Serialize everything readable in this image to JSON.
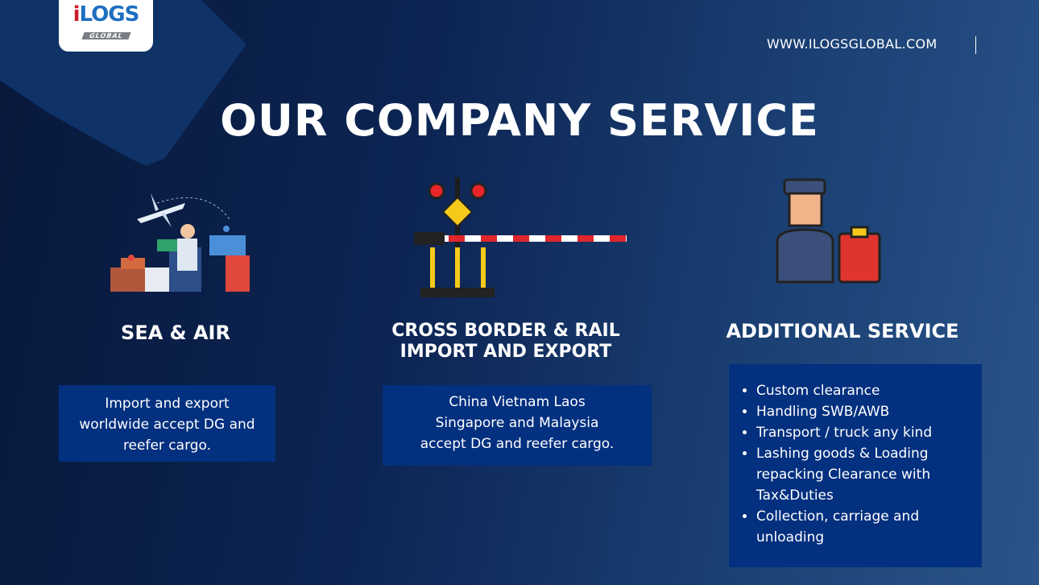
{
  "logo": {
    "brand_text": "iLOGS",
    "sub_text": "GLOBAL"
  },
  "header": {
    "url": "WWW.ILOGSGLOBAL.COM"
  },
  "title": "OUR COMPANY SERVICE",
  "services": [
    {
      "title": "SEA & AIR",
      "icon": "sea-air-illustration",
      "description": "Import and export worldwide accept DG and reefer cargo."
    },
    {
      "title_line1": "CROSS BORDER & RAIL",
      "title_line2": "IMPORT AND EXPORT",
      "icon": "railway-barrier-illustration",
      "description_lines": [
        "China Vietnam Laos",
        "Singapore and Malaysia",
        "accept DG and reefer cargo."
      ]
    },
    {
      "title": "ADDITIONAL SERVICE",
      "icon": "customs-officer-illustration",
      "items": [
        "Custom clearance",
        "Handling SWB/AWB",
        "Transport / truck any kind",
        "Lashing goods & Loading repacking Clearance with Tax&Duties",
        "Collection, carriage and unloading"
      ]
    }
  ]
}
